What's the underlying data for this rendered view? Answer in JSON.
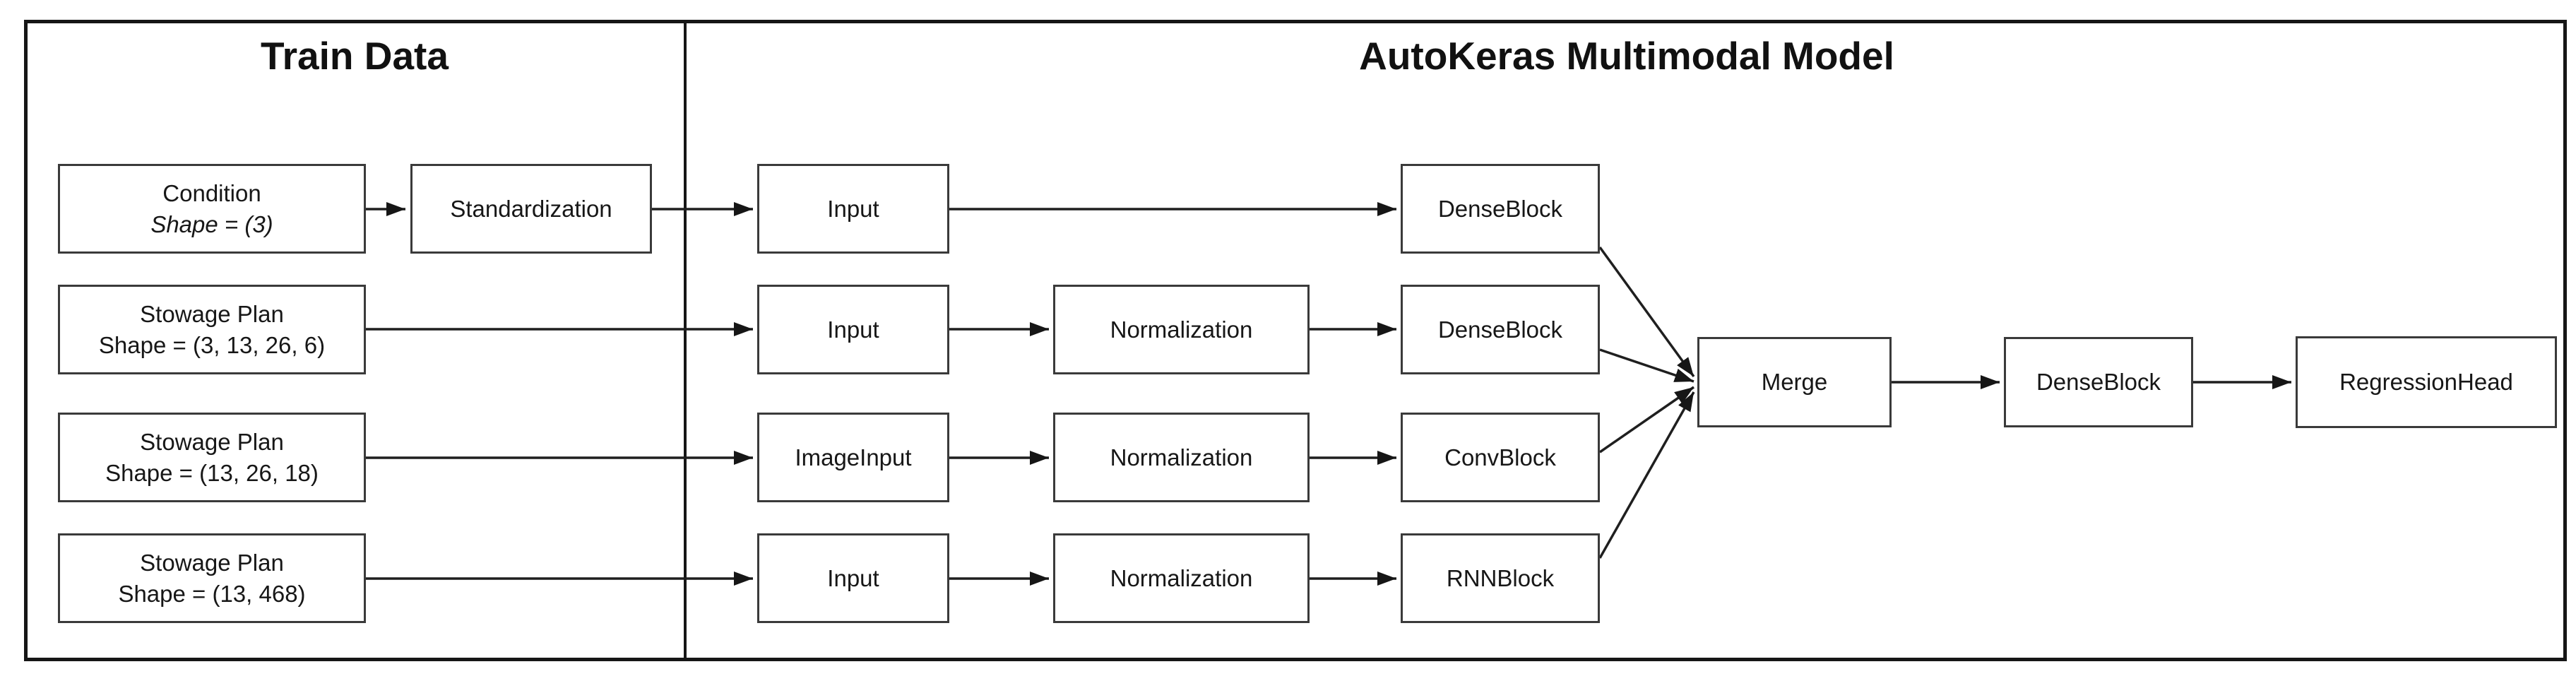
{
  "titles": {
    "left": "Train Data",
    "right": "AutoKeras Multimodal Model"
  },
  "train": {
    "rows": [
      {
        "name": "Condition",
        "shape": "Shape = (3)"
      },
      {
        "name": "Stowage Plan",
        "shape": "Shape = (3, 13, 26, 6)"
      },
      {
        "name": "Stowage Plan",
        "shape": "Shape = (13, 26, 18)"
      },
      {
        "name": "Stowage Plan",
        "shape": "Shape = (13, 468)"
      }
    ],
    "standardization": "Standardization"
  },
  "model": {
    "inputs": [
      "Input",
      "Input",
      "ImageInput",
      "Input"
    ],
    "normalizations": [
      "Normalization",
      "Normalization",
      "Normalization"
    ],
    "blocks": [
      "DenseBlock",
      "DenseBlock",
      "ConvBlock",
      "RNNBlock"
    ],
    "merge": "Merge",
    "final_dense": "DenseBlock",
    "regression_head": "RegressionHead"
  },
  "colors": {
    "line": "#1f1f1f",
    "box_border": "#3a3a3a",
    "frame": "#161616",
    "text": "#171717",
    "background": "#ffffff"
  }
}
